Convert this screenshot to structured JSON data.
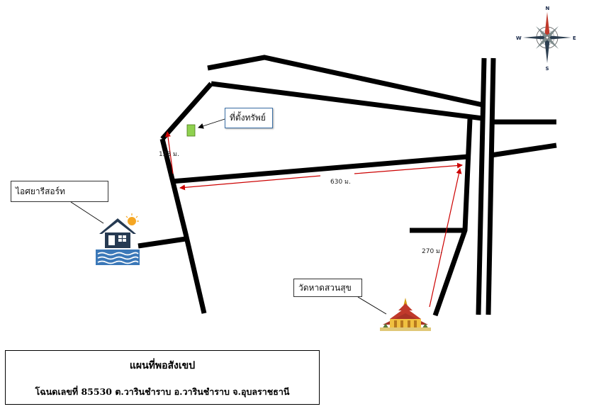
{
  "map": {
    "title": "แผนที่พอสังเขป",
    "subtitle": "โฉนดเลขที่ 85530 ต.วารินชำราบ อ.วารินชำราบ จ.อุบลราชธานี"
  },
  "landmarks": {
    "property": {
      "label": "ที่ตั้งทรัพย์",
      "marker_color": "#8fd14f"
    },
    "resort": {
      "label": "ไอศยารีสอร์ท",
      "icon": "house-by-water-icon"
    },
    "temple": {
      "label": "วัดหาดสวนสุข",
      "icon": "thai-temple-icon"
    }
  },
  "distances": {
    "to_property": "123 ม.",
    "along_main_road": "630 ม.",
    "from_temple": "270 ม.",
    "line_color": "#cc0000"
  },
  "compass": {
    "north": "N",
    "south": "S",
    "east": "E",
    "west": "W",
    "icon": "compass-rose-icon"
  },
  "colors": {
    "road": "#000000",
    "arrow": "#cc0000",
    "callout_border": "#3a6ea5"
  }
}
